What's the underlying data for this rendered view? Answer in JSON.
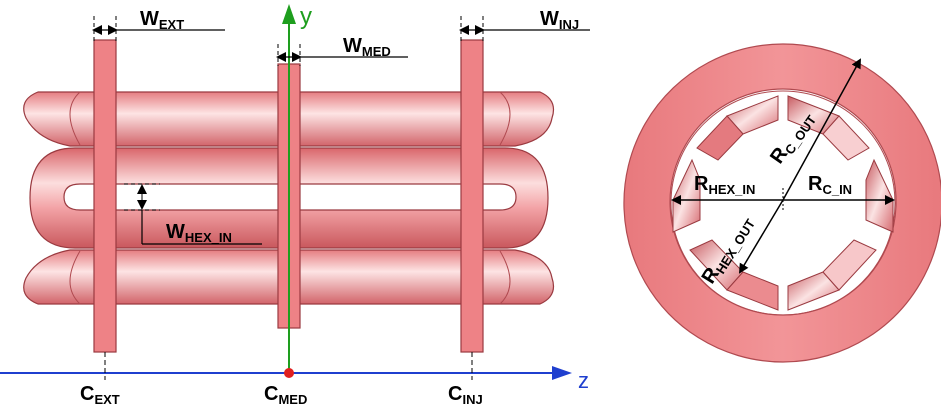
{
  "colors": {
    "body": "#f0898c",
    "body_light": "#fbd6d7",
    "body_dark": "#c95a5f",
    "edge": "#9a3a40",
    "axis_y": "#1e9e1e",
    "axis_z": "#1f3fcf",
    "origin": "#e02020"
  },
  "labels": {
    "w_ext": {
      "main": "W",
      "sub": "EXT"
    },
    "w_med": {
      "main": "W",
      "sub": "MED"
    },
    "w_inj": {
      "main": "W",
      "sub": "INJ"
    },
    "w_hex_in": {
      "main": "W",
      "sub": "HEX_IN"
    },
    "c_ext": {
      "main": "C",
      "sub": "EXT"
    },
    "c_med": {
      "main": "C",
      "sub": "MED"
    },
    "c_inj": {
      "main": "C",
      "sub": "INJ"
    },
    "r_c_out": {
      "main": "R",
      "sub": "C_OUT"
    },
    "r_c_in": {
      "main": "R",
      "sub": "C_IN"
    },
    "r_hex_in": {
      "main": "R",
      "sub": "HEX_IN"
    },
    "r_hex_out": {
      "main": "R",
      "sub": "HEX_OUT"
    }
  },
  "axes": {
    "y": "y",
    "z": "z"
  }
}
